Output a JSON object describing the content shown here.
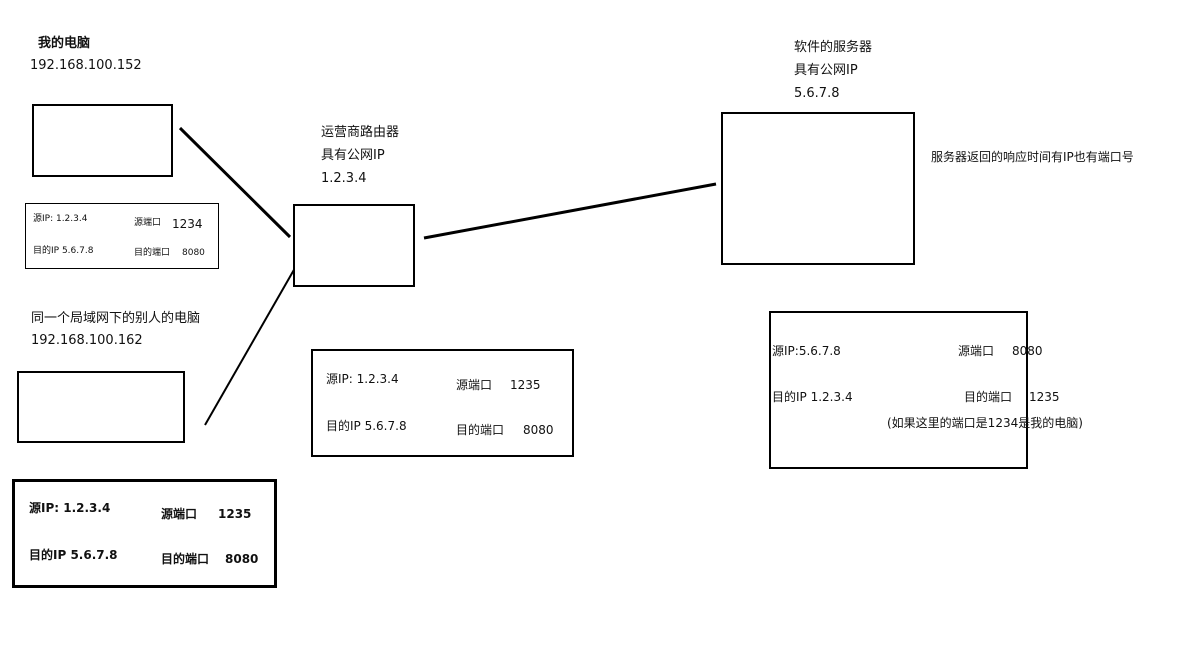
{
  "my_pc": {
    "label": "我的电脑",
    "ip": "192.168.100.152"
  },
  "other_pc": {
    "label": "同一个局域网下的别人的电脑",
    "ip": "192.168.100.162"
  },
  "router": {
    "label": "运营商路由器",
    "public": "具有公网IP",
    "ip": "1.2.3.4"
  },
  "server": {
    "label": "软件的服务器",
    "public": "具有公网IP",
    "ip": "5.6.7.8"
  },
  "server_note": "服务器返回的响应时间有IP也有端口号",
  "packet_my_pc": {
    "src_ip": "源IP:  1.2.3.4",
    "src_port_label": "源端口",
    "src_port": "1234",
    "dst_ip": "目的IP 5.6.7.8",
    "dst_port_label": "目的端口",
    "dst_port": "8080"
  },
  "packet_router": {
    "src_ip": "源IP:  1.2.3.4",
    "src_port_label": "源端口",
    "src_port": "1235",
    "dst_ip": "目的IP 5.6.7.8",
    "dst_port_label": "目的端口",
    "dst_port": "8080"
  },
  "packet_other_pc": {
    "src_ip": "源IP:  1.2.3.4",
    "src_port_label": "源端口",
    "src_port": "1235",
    "dst_ip": "目的IP 5.6.7.8",
    "dst_port_label": "目的端口",
    "dst_port": "8080"
  },
  "packet_server": {
    "src_ip": "源IP:5.6.7.8",
    "src_port_label": "源端口",
    "src_port": "8080",
    "dst_ip": "目的IP 1.2.3.4",
    "dst_port_label": "目的端口",
    "dst_port": "1235",
    "note": "(如果这里的端口是1234是我的电脑)"
  }
}
